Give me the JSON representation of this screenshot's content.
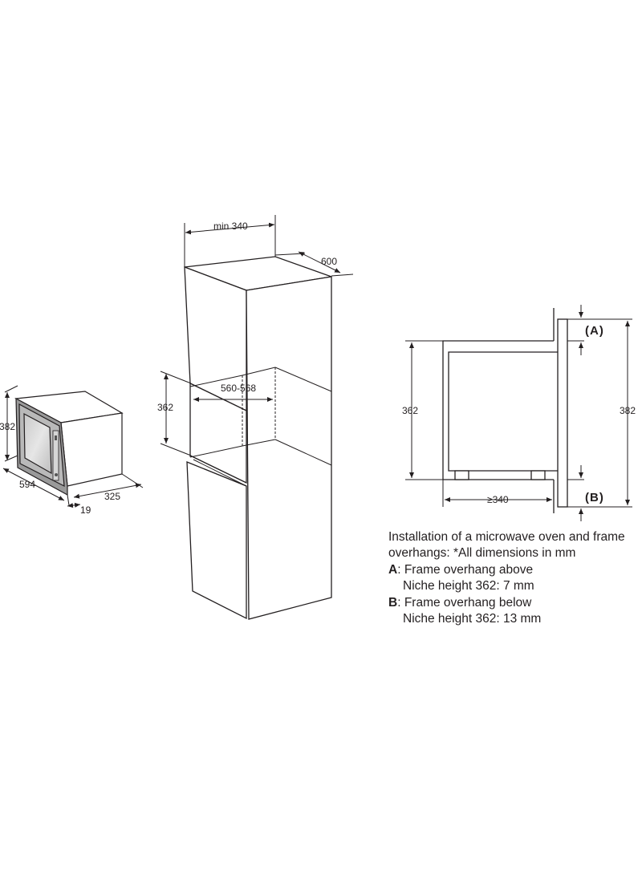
{
  "microwave": {
    "dims": {
      "height": "382",
      "width": "594",
      "depth": "325",
      "frame": "19"
    }
  },
  "cabinet": {
    "dims": {
      "min_width": "min 340",
      "depth": "600",
      "niche_height": "362",
      "niche_width": "560-568"
    }
  },
  "section": {
    "dims": {
      "niche_height": "362",
      "total_height": "382",
      "min_depth": "≥340"
    },
    "labels": {
      "a": "(A)",
      "b": "(B)"
    }
  },
  "caption": {
    "line1": "Installation of a microwave oven and frame",
    "line2": "overhangs: *All dimensions in mm",
    "a_key": "A",
    "a_text": ": Frame overhang above",
    "a_sub": "Niche height 362: 7 mm",
    "b_key": "B",
    "b_text": ": Frame overhang below",
    "b_sub": "Niche height 362: 13 mm"
  }
}
